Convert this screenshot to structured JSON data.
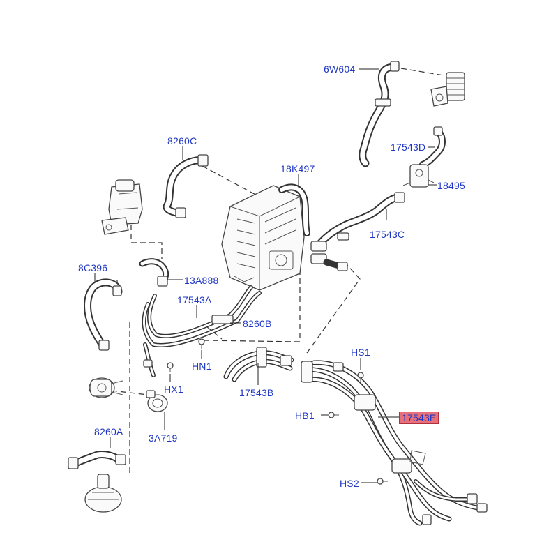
{
  "labels": {
    "l_6w604": "6W604",
    "l_17543d": "17543D",
    "l_18495": "18495",
    "l_8260c": "8260C",
    "l_18k497": "18K497",
    "l_17543c": "17543C",
    "l_8c396": "8C396",
    "l_13a888": "13A888",
    "l_17543a": "17543A",
    "l_8260b": "8260B",
    "l_hn1": "HN1",
    "l_hx1": "HX1",
    "l_3a719": "3A719",
    "l_17543b": "17543B",
    "l_hs1": "HS1",
    "l_hb1": "HB1",
    "l_17543e": "17543E",
    "l_8260a": "8260A",
    "l_hs2": "HS2"
  },
  "colors": {
    "label_text": "#1f37c4",
    "highlight_fill": "#e8707a",
    "line": "#333333"
  }
}
